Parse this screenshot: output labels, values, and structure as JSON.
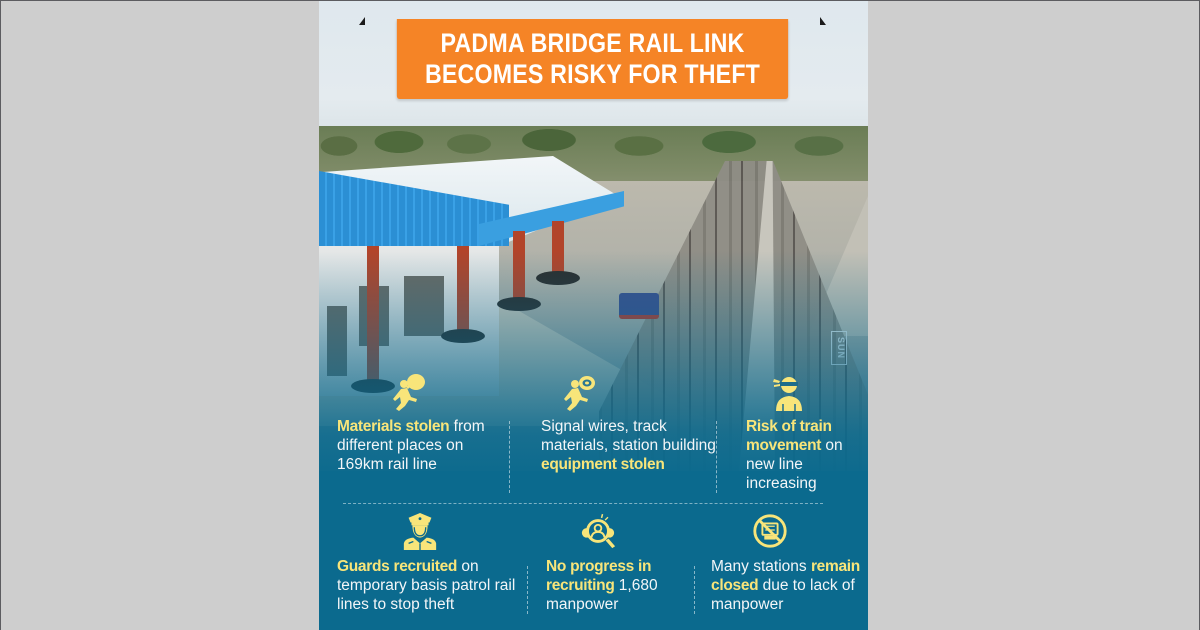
{
  "title": {
    "line1": "PADMA BRIDGE RAIL LINK",
    "line2": "BECOMES RISKY FOR THEFT"
  },
  "photo": {
    "watermark": "SUN"
  },
  "colors": {
    "background": "#cecece",
    "banner": "#f58426",
    "panel_blue": "#0b6a8e",
    "highlight_yellow": "#f8e57a",
    "body_text": "#f3f6f8"
  },
  "items": [
    {
      "icon": "thief-running-with-sack-icon",
      "parts": [
        {
          "text": "Materials stolen",
          "highlight": true
        },
        {
          "text": " from different places on 169km rail line",
          "highlight": false
        }
      ]
    },
    {
      "icon": "thief-running-with-wire-coil-icon",
      "parts": [
        {
          "text": "Signal wires, track materials, station building ",
          "highlight": false
        },
        {
          "text": "equipment stolen",
          "highlight": true
        }
      ]
    },
    {
      "icon": "masked-thief-icon",
      "parts": [
        {
          "text": "Risk of train movement",
          "highlight": true
        },
        {
          "text": " on new line increasing",
          "highlight": false
        }
      ]
    },
    {
      "icon": "security-guard-icon",
      "parts": [
        {
          "text": "Guards recruited",
          "highlight": true
        },
        {
          "text": " on temporary basis patrol rail lines to stop theft",
          "highlight": false
        }
      ]
    },
    {
      "icon": "recruitment-search-icon",
      "parts": [
        {
          "text": "No progress in recruiting",
          "highlight": true
        },
        {
          "text": " 1,680 manpower",
          "highlight": false
        }
      ]
    },
    {
      "icon": "no-station-closed-icon",
      "parts": [
        {
          "text": "Many stations ",
          "highlight": false
        },
        {
          "text": "remain closed",
          "highlight": true
        },
        {
          "text": " due to lack of manpower",
          "highlight": false
        }
      ]
    }
  ]
}
